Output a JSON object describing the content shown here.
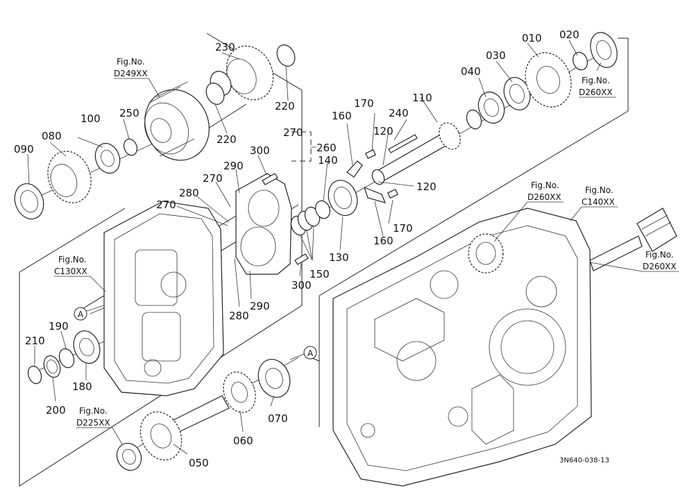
{
  "figure_code": "3N640-038-13",
  "ref_marker": "A",
  "part_labels": {
    "p010": "010",
    "p020": "020",
    "p030": "030",
    "p040": "040",
    "p050": "050",
    "p060": "060",
    "p070": "070",
    "p080": "080",
    "p090": "090",
    "p100": "100",
    "p110": "110",
    "p120a": "120",
    "p120b": "120",
    "p130": "130",
    "p140": "140",
    "p150": "150",
    "p160a": "160",
    "p160b": "160",
    "p170a": "170",
    "p170b": "170",
    "p180": "180",
    "p190": "190",
    "p200": "200",
    "p210": "210",
    "p220a": "220",
    "p220b": "220",
    "p230": "230",
    "p240": "240",
    "p250": "250",
    "p260": "260",
    "p270a": "270",
    "p270b": "270",
    "p270c": "270",
    "p280a": "280",
    "p280b": "280",
    "p290a": "290",
    "p290b": "290",
    "p300a": "300",
    "p300b": "300"
  },
  "fig_refs": [
    {
      "title": "Fig.No.",
      "code": "D249XX"
    },
    {
      "title": "Fig.No.",
      "code": "D260XX"
    },
    {
      "title": "Fig.No.",
      "code": "D260XX"
    },
    {
      "title": "Fig.No.",
      "code": "C140XX"
    },
    {
      "title": "Fig.No.",
      "code": "D260XX"
    },
    {
      "title": "Fig.No.",
      "code": "C130XX"
    },
    {
      "title": "Fig.No.",
      "code": "D225XX"
    }
  ]
}
